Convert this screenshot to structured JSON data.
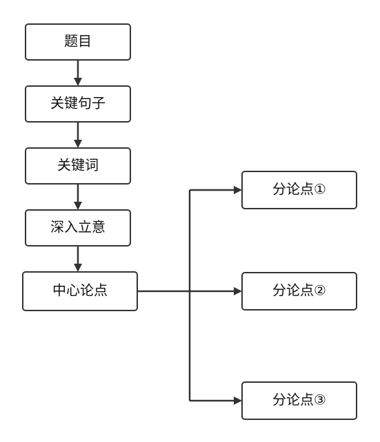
{
  "diagram": {
    "nodes": {
      "topic": "题目",
      "key_sentence": "关键句子",
      "keywords": "关键词",
      "deep_idea": "深入立意",
      "central_thesis": "中心论点",
      "sub_point_1": "分论点①",
      "sub_point_2": "分论点②",
      "sub_point_3": "分论点③"
    },
    "colors": {
      "stroke": "#333333",
      "text": "#111111",
      "background": "#ffffff"
    }
  }
}
